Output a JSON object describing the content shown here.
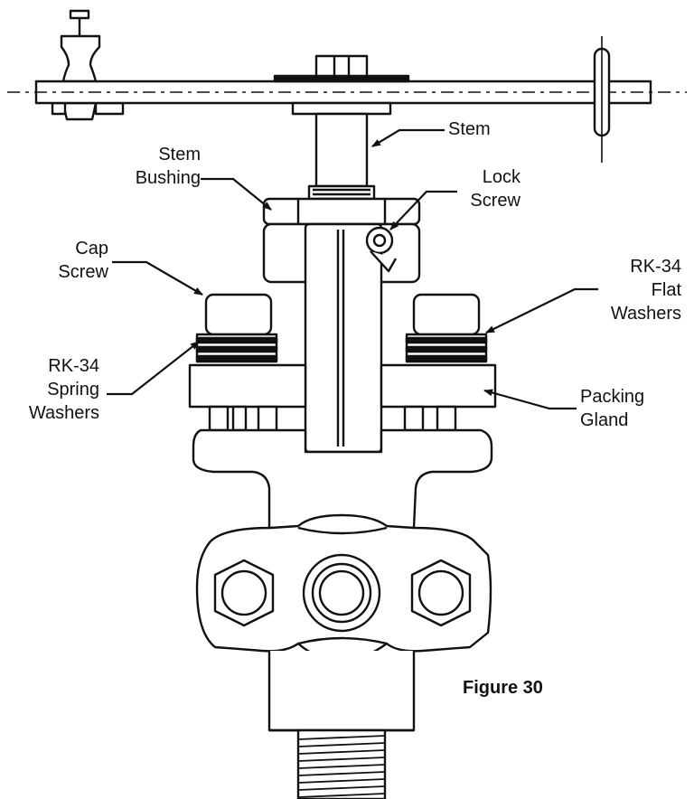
{
  "labels": {
    "stem": "Stem",
    "stem_bushing_1": "Stem",
    "stem_bushing_2": "Bushing",
    "lock_screw_1": "Lock",
    "lock_screw_2": "Screw",
    "cap_screw_1": "Cap",
    "cap_screw_2": "Screw",
    "flat_washers_1": "RK-34",
    "flat_washers_2": "Flat",
    "flat_washers_3": "Washers",
    "spring_washers_1": "RK-34",
    "spring_washers_2": "Spring",
    "spring_washers_3": "Washers",
    "packing_gland_1": "Packing",
    "packing_gland_2": "Gland"
  },
  "figure_caption": "Figure 30"
}
